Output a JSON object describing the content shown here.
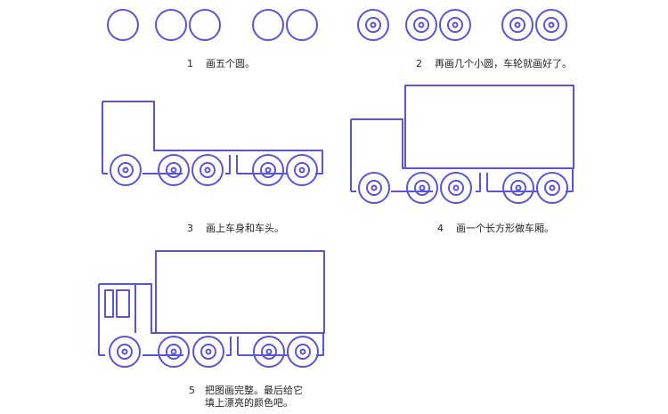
{
  "colors": {
    "stroke": "#5a55d6",
    "text": "#222222"
  },
  "steps": [
    {
      "number": "1",
      "text": "画五个圆。"
    },
    {
      "number": "2",
      "text": "再画几个小圆，车轮就画好了。"
    },
    {
      "number": "3",
      "text": "画上车身和车头。"
    },
    {
      "number": "4",
      "text": "画一个长方形做车厢。"
    },
    {
      "number": "5",
      "lines": [
        "把图画完整。最后给它",
        "填上漂亮的颜色吧。"
      ]
    }
  ]
}
